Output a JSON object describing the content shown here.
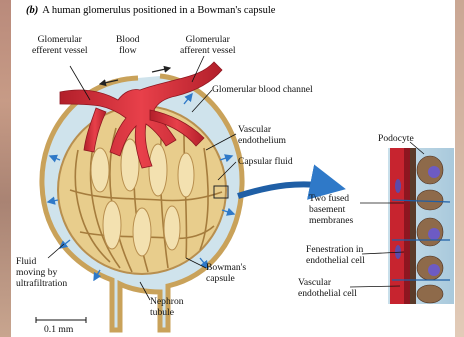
{
  "caption": {
    "part": "(b)",
    "text": "A human glomerulus positioned in a Bowman's capsule"
  },
  "labels": {
    "glomerular_efferent": "Glomerular\nefferent vessel",
    "blood_flow": "Blood\nflow",
    "glomerular_afferent": "Glomerular\nafferent vessel",
    "glomerular_blood_channel": "Glomerular blood channel",
    "vascular_endothelium": "Vascular\nendothelium",
    "capsular_fluid": "Capsular fluid",
    "podocyte": "Podocyte",
    "two_fused_membranes": "Two fused\nbasement\nmembranes",
    "fenestration": "Fenestration in\nendothelial cell",
    "vascular_endothelial_cell": "Vascular\nendothelial cell",
    "fluid_moving": "Fluid\nmoving by\nultrafiltration",
    "bowmans_capsule": "Bowman's\ncapsule",
    "nephron_tubule": "Nephron\ntubule",
    "scale": "0.1 mm"
  },
  "colors": {
    "blood": "#d9313a",
    "capillary": "#e8cd8c",
    "capsule_fluid": "#cfe3ec",
    "capsule_wall": "#d4b06a",
    "arrow_blue": "#2f79c8",
    "nucleus": "#5d4aa8"
  }
}
